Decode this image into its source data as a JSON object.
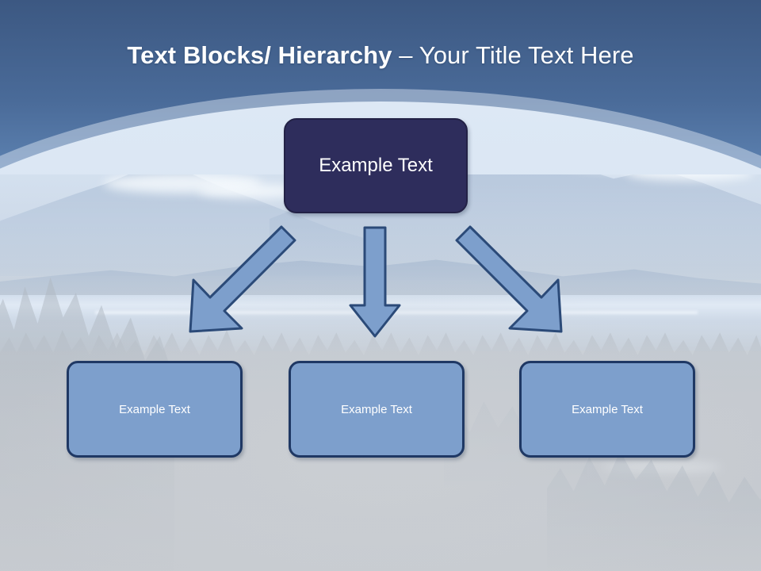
{
  "slide": {
    "title": {
      "bold_part": "Text Blocks/ Hierarchy ",
      "rest_part": "– Your Title Text Here"
    },
    "colors": {
      "header_gradient_top": "#3c5882",
      "header_gradient_bottom": "#5e83b2",
      "arc_pale": "#d9e5f3",
      "top_node_fill": "#2e2d5c",
      "top_node_border": "#232246",
      "child_node_fill": "#7d9fcc",
      "child_node_border": "#1f3864",
      "arrow_fill": "#7d9fcc",
      "arrow_stroke": "#2b4a78",
      "text_on_node": "#ffffff",
      "title_text": "#ffffff"
    },
    "top_node": {
      "label": "Example  Text"
    },
    "children": [
      {
        "label": "Example Text"
      },
      {
        "label": "Example Text"
      },
      {
        "label": "Example Text"
      }
    ],
    "connectors": [
      {
        "name": "arrow-down-left",
        "direction": "down-left"
      },
      {
        "name": "arrow-down",
        "direction": "down"
      },
      {
        "name": "arrow-down-right",
        "direction": "down-right"
      }
    ],
    "background": {
      "description": "Faded mountain lake and conifer forest photograph"
    }
  }
}
